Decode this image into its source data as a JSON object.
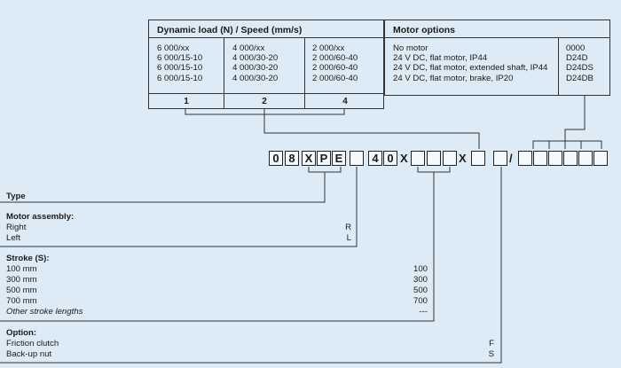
{
  "load_table": {
    "header": "Dynamic load (N) / Speed (mm/s)",
    "col1": [
      "6 000/xx",
      "6 000/15-10",
      "6 000/15-10",
      "6 000/15-10"
    ],
    "col2": [
      "4 000/xx",
      "4 000/30-20",
      "4 000/30-20",
      "4 000/30-20"
    ],
    "col3": [
      "2 000/xx",
      "2 000/60-40",
      "2 000/60-40",
      "2 000/60-40"
    ],
    "numbers": [
      "1",
      "2",
      "4"
    ]
  },
  "motor_table": {
    "header": "Motor options",
    "options": [
      "No motor",
      "24 V DC, flat motor, IP44",
      "24 V DC, flat motor, extended shaft, IP44",
      "24 V DC, flat motor, brake, IP20"
    ],
    "codes": [
      "0000",
      "D24D",
      "D24DS",
      "D24DB"
    ]
  },
  "code_chars": [
    "0",
    "8",
    "X",
    "P",
    "E",
    "4",
    "0"
  ],
  "separators": [
    "X",
    "X",
    "/"
  ],
  "sections": {
    "type": {
      "title": "Type"
    },
    "motor_assembly": {
      "title": "Motor assembly:",
      "rows": [
        [
          "Right",
          "R"
        ],
        [
          "Left",
          "L"
        ]
      ]
    },
    "stroke": {
      "title": "Stroke (S):",
      "rows": [
        [
          "100 mm",
          "100"
        ],
        [
          "300 mm",
          "300"
        ],
        [
          "500 mm",
          "500"
        ],
        [
          "700 mm",
          "700"
        ],
        [
          "Other stroke lengths",
          "---"
        ]
      ]
    },
    "option": {
      "title": "Option:",
      "rows": [
        [
          "Friction clutch",
          "F"
        ],
        [
          "Back-up nut",
          "S"
        ]
      ]
    }
  }
}
